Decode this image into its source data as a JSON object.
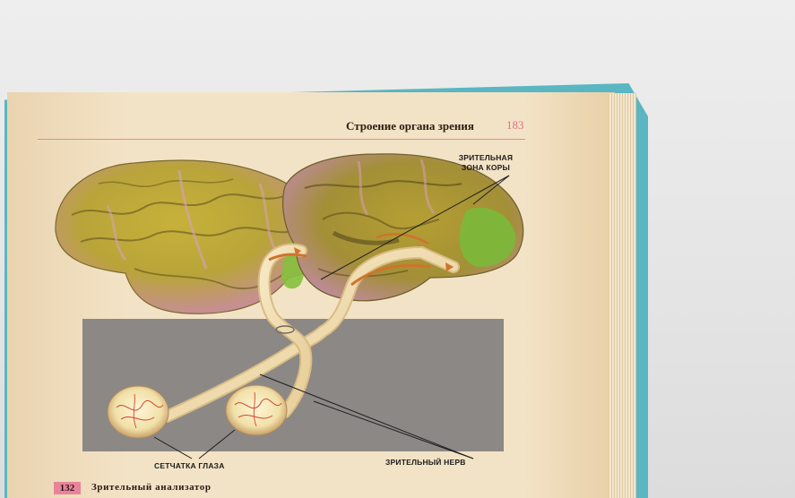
{
  "header": {
    "title": "Строение органа зрения",
    "page_number": "183"
  },
  "figure": {
    "label_visual_zone": "ЗРИТЕЛЬНАЯ\nЗОНА КОРЫ",
    "label_visual_zone_line1": "ЗРИТЕЛЬНАЯ",
    "label_visual_zone_line2": "ЗОНА КОРЫ",
    "label_retina": "СЕТЧАТКА ГЛАЗА",
    "label_optic_nerve": "ЗРИТЕЛЬНЫЙ НЕРВ"
  },
  "footer": {
    "page_number": "132",
    "section_title": "Зрительный анализатор"
  },
  "colors": {
    "page": "#f1dfc0",
    "cover": "#5ab6c2",
    "accent_pink": "#e8849a",
    "brain_yellow": "#c9b43c",
    "brain_pink": "#c98aa8",
    "cortex_green": "#7cb93a",
    "panel_gray": "#8c8886"
  }
}
